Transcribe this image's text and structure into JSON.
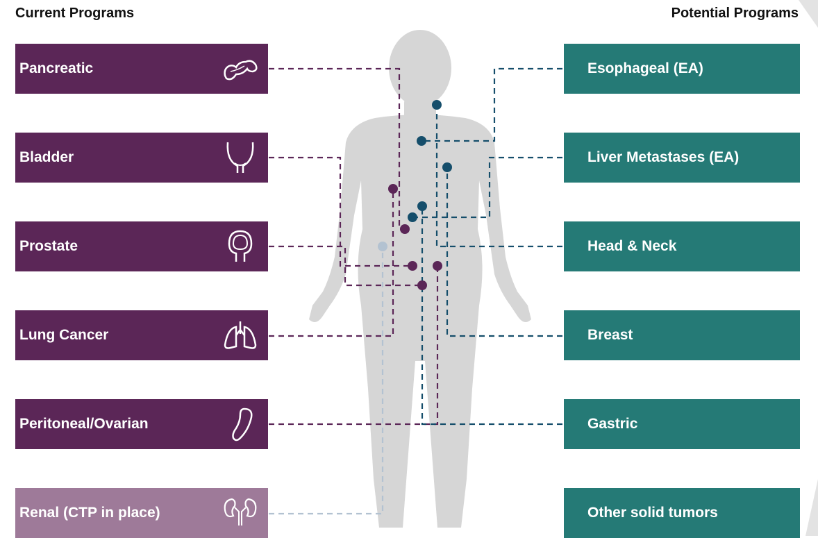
{
  "headings": {
    "current": "Current Programs",
    "potential": "Potential Programs"
  },
  "colors": {
    "current_fill": "#5b2657",
    "renal_fill": "#9e7a99",
    "potential_fill": "#257a76",
    "purple_line": "#5b2657",
    "teal_line": "#154e6b",
    "renal_line": "#b3c2d1",
    "body_silhouette": "#d6d6d6"
  },
  "current_programs": [
    {
      "label": "Pancreatic",
      "icon": "pancreas-icon"
    },
    {
      "label": "Bladder",
      "icon": "bladder-icon"
    },
    {
      "label": "Prostate",
      "icon": "prostate-icon"
    },
    {
      "label": "Lung Cancer",
      "icon": "lungs-icon"
    },
    {
      "label": "Peritoneal/Ovarian",
      "icon": "peritoneum-icon"
    },
    {
      "label": "Renal (CTP in place)",
      "icon": "kidneys-icon"
    }
  ],
  "potential_programs": [
    {
      "label": "Esophageal (EA)"
    },
    {
      "label": "Liver Metastases (EA)"
    },
    {
      "label": "Head & Neck"
    },
    {
      "label": "Breast"
    },
    {
      "label": "Gastric"
    },
    {
      "label": "Other solid tumors"
    }
  ]
}
